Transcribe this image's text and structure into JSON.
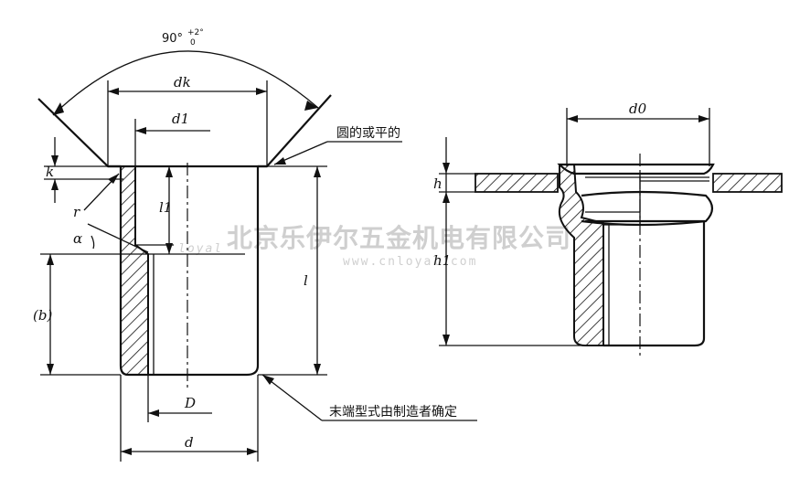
{
  "watermark": {
    "company": "北京乐伊尔五金机电有限公司",
    "url": "www.cnloyal.com",
    "logo_text": "loyal"
  },
  "left_view": {
    "angle_value": "90°",
    "angle_tol_upper": "+2°",
    "angle_tol_lower": "0",
    "dk": "dk",
    "d1": "d1",
    "k": "k",
    "r": "r",
    "alpha": "α",
    "l1": "l1",
    "l": "l",
    "b": "(b)",
    "D": "D",
    "d": "d",
    "note_head": "圆的或平的",
    "note_end": "末端型式由制造者确定"
  },
  "right_view": {
    "d0": "d0",
    "h": "h",
    "h1": "h1"
  }
}
